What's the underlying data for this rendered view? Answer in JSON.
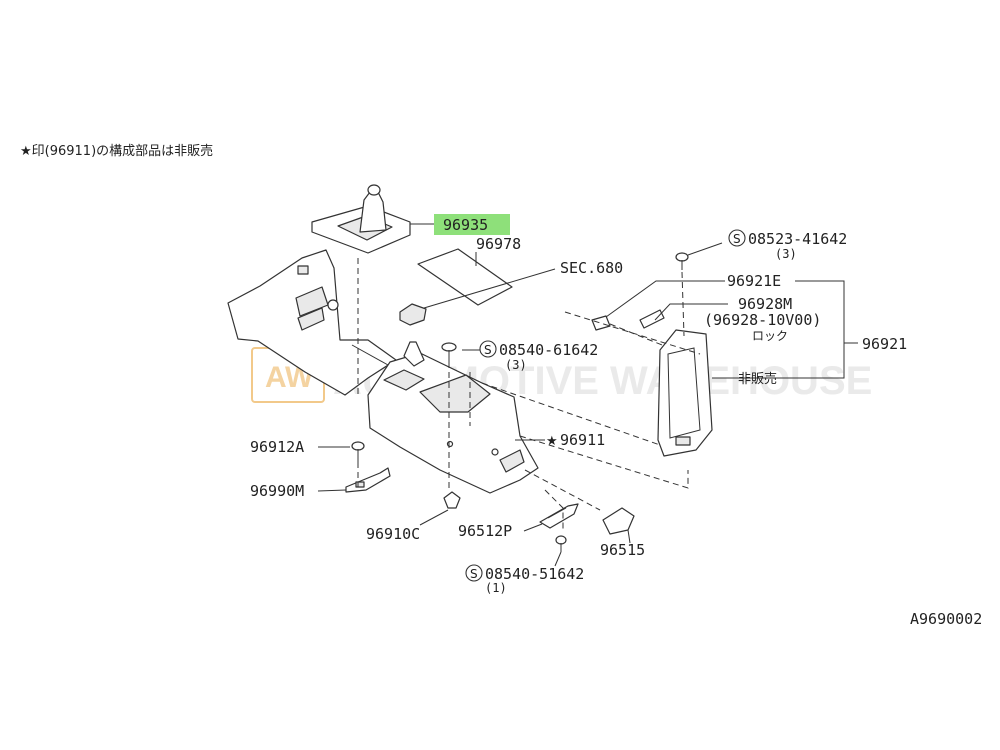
{
  "note": "★印(96911)の構成部品は非販売",
  "diagram_code": "A9690002",
  "highlight_color": "#8ee07a",
  "watermark": {
    "logo": "AW",
    "text": "AUTOMOTIVE WAREHOUSE"
  },
  "labels": {
    "p96935": "96935",
    "p96978": "96978",
    "sec680": "SEC.680",
    "s08523": "08523-41642",
    "s08523_qty": "(3)",
    "p96921E": "96921E",
    "p96928M": "96928M",
    "p96928_alt": "(96928-10V00)",
    "p96928_lock": "ロック",
    "p96921": "96921",
    "not_sold": "非販売",
    "s08540a": "08540-61642",
    "s08540a_qty": "(3)",
    "p96911": "96911",
    "p96912A": "96912A",
    "p96990M": "96990M",
    "p96910C": "96910C",
    "p96512P": "96512P",
    "p96515": "96515",
    "s08540b": "08540-51642",
    "s08540b_qty": "(1)",
    "s_mark": "S",
    "star": "★"
  }
}
